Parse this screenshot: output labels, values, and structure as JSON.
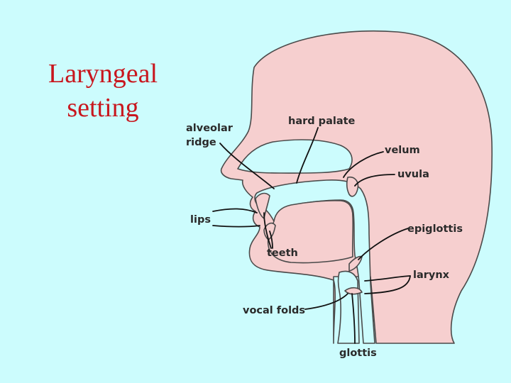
{
  "slide": {
    "title_line1": "Laryngeal",
    "title_line2": "setting"
  },
  "diagram": {
    "labels": {
      "alveolar_ridge_line1": "alveolar",
      "alveolar_ridge_line2": "ridge",
      "hard_palate": "hard palate",
      "velum": "velum",
      "uvula": "uvula",
      "lips": "lips",
      "epiglottis": "epiglottis",
      "teeth": "teeth",
      "larynx": "larynx",
      "vocal_folds": "vocal folds",
      "glottis": "glottis"
    },
    "colors": {
      "background": "#ccfcfd",
      "tissue": "#f6cfcf",
      "title": "#c8171e"
    }
  }
}
